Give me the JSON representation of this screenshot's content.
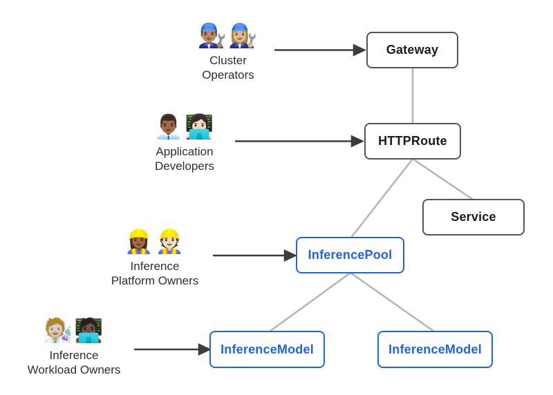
{
  "diagram": {
    "colors": {
      "background": "#ffffff",
      "node_border_dark": "#545454",
      "node_text_dark": "#1b1b1b",
      "node_border_blue": "#1d63ed",
      "node_text_blue": "#1d63ed",
      "connector_line": "#b4b4b4",
      "arrow": "#3c3c3c",
      "persona_text": "#2e2e2e"
    },
    "nodes": [
      {
        "id": "gateway",
        "label": "Gateway",
        "style": "dark"
      },
      {
        "id": "httproute",
        "label": "HTTPRoute",
        "style": "dark"
      },
      {
        "id": "service",
        "label": "Service",
        "style": "dark"
      },
      {
        "id": "inferencepool",
        "label": "InferencePool",
        "style": "blue"
      },
      {
        "id": "inferencemodel-left",
        "label": "InferenceModel",
        "style": "blue"
      },
      {
        "id": "inferencemodel-right",
        "label": "InferenceModel",
        "style": "blue"
      }
    ],
    "personas": [
      {
        "label": "Cluster\nOperators",
        "emoji1": "👨🏽‍🔧",
        "emoji2": "👩🏼‍🔧",
        "icon_names": [
          "man-mechanic-emoji",
          "woman-mechanic-emoji"
        ],
        "points_to": "Gateway"
      },
      {
        "label": "Application\nDevelopers",
        "emoji1": "👨🏾‍💼",
        "emoji2": "👩🏻‍💻",
        "icon_names": [
          "man-office-worker-emoji",
          "woman-technologist-emoji"
        ],
        "points_to": "HTTPRoute"
      },
      {
        "label": "Inference\nPlatform Owners",
        "emoji1": "👷🏾‍♀️",
        "emoji2": "👷🏻",
        "icon_names": [
          "woman-construction-worker-emoji",
          "man-construction-worker-emoji"
        ],
        "points_to": "InferencePool"
      },
      {
        "label": "Inference\nWorkload Owners",
        "emoji1": "🧑🏼‍🔬",
        "emoji2": "🧑🏿‍💻",
        "icon_names": [
          "scientist-emoji",
          "technologist-emoji"
        ],
        "points_to": "InferenceModel (left)"
      }
    ],
    "edges": [
      {
        "from": "Gateway",
        "to": "HTTPRoute",
        "type": "line"
      },
      {
        "from": "HTTPRoute",
        "to": "Service",
        "type": "line"
      },
      {
        "from": "HTTPRoute",
        "to": "InferencePool",
        "type": "line"
      },
      {
        "from": "InferencePool",
        "to": "InferenceModel (left)",
        "type": "line"
      },
      {
        "from": "InferencePool",
        "to": "InferenceModel (right)",
        "type": "line"
      },
      {
        "from": "Cluster Operators",
        "to": "Gateway",
        "type": "arrow"
      },
      {
        "from": "Application Developers",
        "to": "HTTPRoute",
        "type": "arrow"
      },
      {
        "from": "Inference Platform Owners",
        "to": "InferencePool",
        "type": "arrow"
      },
      {
        "from": "Inference Workload Owners",
        "to": "InferenceModel (left)",
        "type": "arrow"
      }
    ]
  }
}
